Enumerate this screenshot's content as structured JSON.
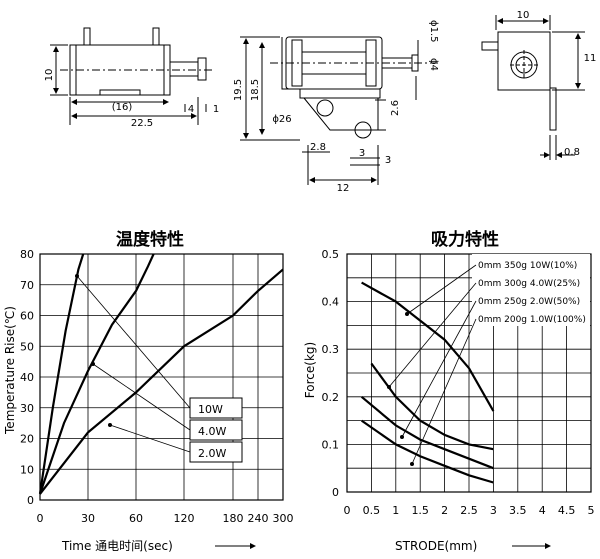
{
  "drawing": {
    "side_view": {
      "height": "10",
      "inner_length": "(16)",
      "total_length": "22.5",
      "plunger_ext": "4",
      "plunger_tip": "1"
    },
    "front_view": {
      "total_height": "19.5",
      "inner_height": "18.5",
      "rod_dia": "ϕ1.5",
      "plunger_dia": "ϕ4",
      "hole_dia": "ϕ26",
      "base_h": "2.6",
      "hole_offset": "2.8",
      "hole_spacing": "3",
      "bracket_w": "3",
      "base_len": "12"
    },
    "end_view": {
      "width": "10",
      "height": "11",
      "thickness": "0.8"
    }
  },
  "chart_data": [
    {
      "type": "line",
      "title": "温度特性",
      "xlabel": "Time 通电时间(sec)",
      "ylabel": "Temperature Rise(℃)",
      "x_ticks": [
        "0",
        "30",
        "60",
        "120",
        "180",
        "240",
        "300"
      ],
      "y_ticks": [
        "0",
        "10",
        "20",
        "30",
        "40",
        "50",
        "60",
        "70",
        "80"
      ],
      "ylim": [
        0,
        80
      ],
      "grid": true,
      "legend": [
        "10W",
        "4.0W",
        "2.0W"
      ],
      "series": [
        {
          "name": "10W",
          "points": [
            [
              0,
              2
            ],
            [
              8,
              30
            ],
            [
              16,
              55
            ],
            [
              24,
              75
            ],
            [
              27,
              80
            ]
          ]
        },
        {
          "name": "4.0W",
          "points": [
            [
              0,
              2
            ],
            [
              15,
              25
            ],
            [
              30,
              42
            ],
            [
              45,
              57
            ],
            [
              60,
              68
            ],
            [
              75,
              76
            ],
            [
              82,
              80
            ]
          ]
        },
        {
          "name": "2.0W",
          "points": [
            [
              0,
              2
            ],
            [
              30,
              22
            ],
            [
              60,
              35
            ],
            [
              120,
              50
            ],
            [
              180,
              60
            ],
            [
              240,
              68
            ],
            [
              300,
              75
            ]
          ]
        }
      ]
    },
    {
      "type": "line",
      "title": "吸力特性",
      "xlabel": "STRODE(mm)",
      "ylabel": "Force(kg)",
      "x_ticks": [
        "0",
        "0.5",
        "1",
        "1.5",
        "2",
        "2.5",
        "3",
        "3.5",
        "4",
        "4.5",
        "5"
      ],
      "y_ticks": [
        "0.5",
        "0.4",
        "0.3",
        "0.2",
        "0.1",
        "0"
      ],
      "ylim": [
        0,
        0.5
      ],
      "grid": true,
      "legend": [
        "0mm 350g 10W(10%)",
        "0mm 300g 4.0W(25%)",
        "0mm 250g 2.0W(50%)",
        "0mm 200g 1.0W(100%)"
      ],
      "series": [
        {
          "name": "0mm 350g 10W(10%)",
          "points": [
            [
              0.3,
              0.44
            ],
            [
              1,
              0.4
            ],
            [
              1.5,
              0.36
            ],
            [
              2,
              0.32
            ],
            [
              2.5,
              0.26
            ],
            [
              3,
              0.17
            ]
          ]
        },
        {
          "name": "0mm 300g 4.0W(25%)",
          "points": [
            [
              0.5,
              0.27
            ],
            [
              1,
              0.2
            ],
            [
              1.5,
              0.15
            ],
            [
              2,
              0.12
            ],
            [
              2.5,
              0.1
            ],
            [
              3,
              0.09
            ]
          ]
        },
        {
          "name": "0mm 250g 2.0W(50%)",
          "points": [
            [
              0.3,
              0.2
            ],
            [
              1,
              0.14
            ],
            [
              1.5,
              0.11
            ],
            [
              2,
              0.09
            ],
            [
              2.5,
              0.07
            ],
            [
              3,
              0.05
            ]
          ]
        },
        {
          "name": "0mm 200g 1.0W(100%)",
          "points": [
            [
              0.3,
              0.15
            ],
            [
              1,
              0.1
            ],
            [
              1.5,
              0.075
            ],
            [
              2,
              0.055
            ],
            [
              2.5,
              0.035
            ],
            [
              3,
              0.02
            ]
          ]
        }
      ]
    }
  ]
}
